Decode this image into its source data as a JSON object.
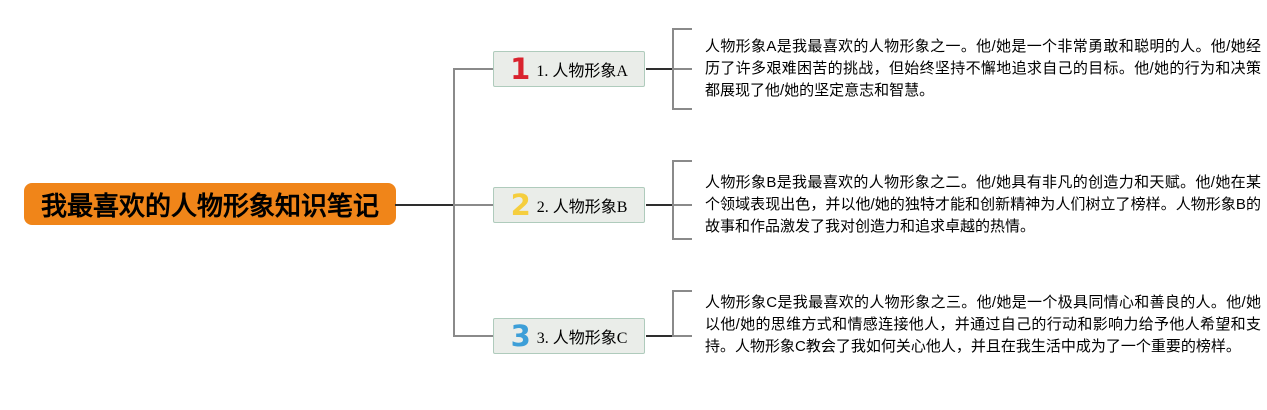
{
  "root": {
    "title": "我最喜欢的人物形象知识笔记",
    "bg_color": "#F08519",
    "text_color": "#000000"
  },
  "branches": [
    {
      "number": "1",
      "number_color": "#D9232E",
      "label": "1. 人物形象A",
      "description": "人物形象A是我最喜欢的人物形象之一。他/她是一个非常勇敢和聪明的人。他/她经历了许多艰难困苦的挑战，但始终坚持不懈地追求自己的目标。他/她的行为和决策都展现了他/她的坚定意志和智慧。"
    },
    {
      "number": "2",
      "number_color": "#F5CE3E",
      "label": "2. 人物形象B",
      "description": "人物形象B是我最喜欢的人物形象之二。他/她具有非凡的创造力和天赋。他/她在某个领域表现出色，并以他/她的独特才能和创新精神为人们树立了榜样。人物形象B的故事和作品激发了我对创造力和追求卓越的热情。"
    },
    {
      "number": "3",
      "number_color": "#3D9FD8",
      "label": "3. 人物形象C",
      "description": "人物形象C是我最喜欢的人物形象之三。他/她是一个极具同情心和善良的人。他/她以他/她的思维方式和情感连接他人，并通过自己的行动和影响力给予他人希望和支持。人物形象C教会了我如何关心他人，并且在我生活中成为了一个重要的榜样。"
    }
  ],
  "style": {
    "node_bg": "#EAEDE9",
    "node_border": "#AFCBBC",
    "line_gray": "#8a8a8a",
    "line_dark": "#2e2e2e"
  }
}
